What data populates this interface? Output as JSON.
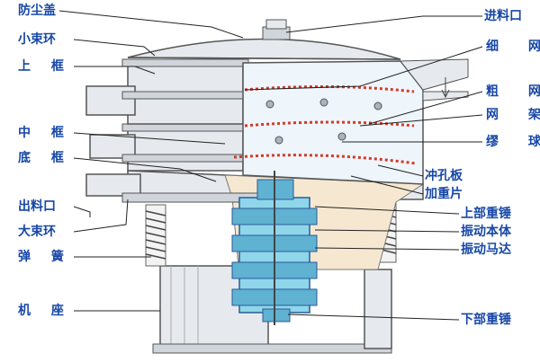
{
  "diagram": {
    "left_labels": [
      {
        "key": "dust_cover",
        "text": "防尘盖"
      },
      {
        "key": "small_clamp_ring",
        "text": "小束环"
      },
      {
        "key": "upper_frame",
        "text": "上 框"
      },
      {
        "key": "middle_frame",
        "text": "中 框"
      },
      {
        "key": "bottom_frame",
        "text": "底 框"
      },
      {
        "key": "discharge_port",
        "text": "出料口"
      },
      {
        "key": "large_clamp_ring",
        "text": "大束环"
      },
      {
        "key": "spring",
        "text": "弹 簧"
      },
      {
        "key": "machine_base",
        "text": "机 座"
      }
    ],
    "right_labels": [
      {
        "key": "feed_inlet",
        "text": "进料口"
      },
      {
        "key": "fine_mesh",
        "text": "细 网"
      },
      {
        "key": "coarse_mesh",
        "text": "粗 网"
      },
      {
        "key": "mesh_frame",
        "text": "网 架"
      },
      {
        "key": "bouncing_balls",
        "text": "缪 球"
      },
      {
        "key": "punched_plate",
        "text": "冲孔板"
      },
      {
        "key": "weight_plate",
        "text": "加重片"
      },
      {
        "key": "upper_weight",
        "text": "上部重锤"
      },
      {
        "key": "vibrating_body",
        "text": "振动本体"
      },
      {
        "key": "vibration_motor",
        "text": "振动马达"
      },
      {
        "key": "lower_weight",
        "text": "下部重锤"
      }
    ],
    "colors": {
      "label": "#1747a6",
      "leader": "#222222",
      "steel": "#e6eaee",
      "steel_dark": "#9aa3ad",
      "mesh_red": "#d23a2a",
      "motor": "#8fd6ea",
      "cutaway": "#f6e8d0"
    }
  }
}
